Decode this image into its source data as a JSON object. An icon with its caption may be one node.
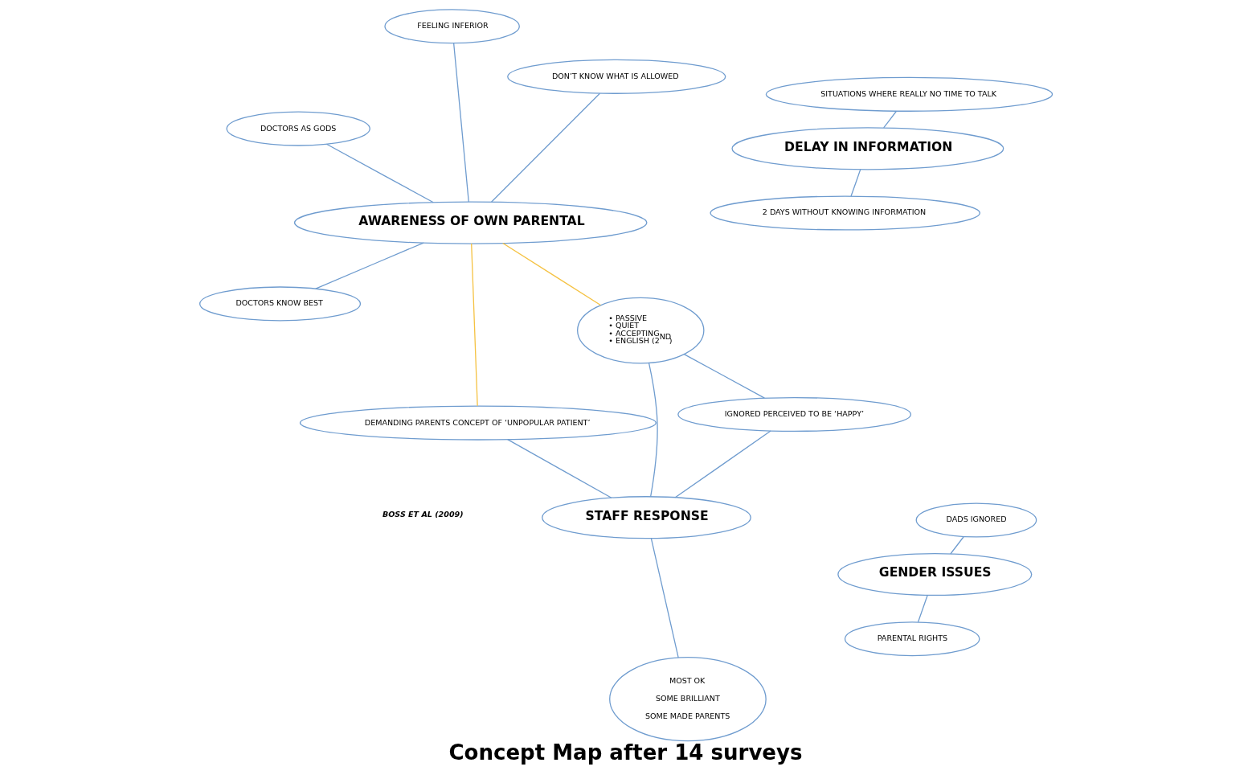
{
  "diagram": {
    "title": "Concept Map after 14 surveys",
    "nodes": [
      {
        "text": [
          "AWARENESS OF OWN PARENTAL"
        ]
      },
      {
        "text": [
          "DON’T KNOW WHAT IS ALLOWED"
        ]
      },
      {
        "text": [
          "DOCTORS KNOW BEST"
        ]
      },
      {
        "text": [
          "DOCTORS AS GODS"
        ]
      },
      {
        "text": [
          "FEELING INFERIOR"
        ]
      },
      {
        "text": [
          "• PASSIVE",
          "• QUIET",
          "• ACCEPTING",
          "• ENGLISH (2$^{ND}$)"
        ]
      },
      {
        "text": [
          "DEMANDING PARENTS CONCEPT OF ‘UNPOPULAR PATIENT’"
        ]
      },
      {
        "text": [
          "IGNORED PERCEIVED TO BE ‘HAPPY’"
        ]
      },
      {
        "text": [
          "STAFF RESPONSE"
        ]
      },
      {
        "text": [
          "MOST OK",
          "SOME BRILLIANT",
          "SOME MADE PARENTS"
        ]
      },
      {
        "text": [
          "GENDER ISSUES"
        ]
      },
      {
        "text": [
          "DADS IGNORED"
        ]
      },
      {
        "text": [
          "PARENTAL RIGHTS"
        ]
      },
      {
        "text": [
          "DELAY IN INFORMATION"
        ]
      },
      {
        "text": [
          "SITUATIONS WHERE REALLY NO TIME TO TALK"
        ]
      },
      {
        "text": [
          "2 DAYS WITHOUT KNOWING INFORMATION"
        ]
      }
    ],
    "edges": [
      {
        "from": 1,
        "to": 0,
        "arrow": "none"
      },
      {
        "from": 2,
        "to": 0,
        "arrow": "none"
      },
      {
        "from": 3,
        "to": 0,
        "arrow": "none"
      },
      {
        "from": 4,
        "to": 0,
        "arrow": "none"
      },
      {
        "from": 0,
        "to": 5,
        "arrow": "none",
        "color": "#f5c242"
      },
      {
        "from": 0,
        "to": 6,
        "arrow": "none",
        "color": "#f5c242"
      },
      {
        "from": 5,
        "to": 7,
        "arrow": "none"
      },
      {
        "from": 5,
        "to": 8,
        "arrow": "none"
      },
      {
        "from": 7,
        "to": 8,
        "arrow": "none"
      },
      {
        "from": 6,
        "to": 8,
        "arrow": "none"
      },
      {
        "from": 8,
        "to": 9,
        "arrow": "none"
      },
      {
        "from": 10,
        "to": 11,
        "arrow": "none"
      },
      {
        "from": 10,
        "to": 12,
        "arrow": "none"
      },
      {
        "from": 13,
        "to": 15,
        "arrow": "none"
      },
      {
        "from": 13,
        "to": 14,
        "arrow": "none"
      }
    ],
    "labels": [
      "BOSS ET AL (2009)"
    ]
  }
}
